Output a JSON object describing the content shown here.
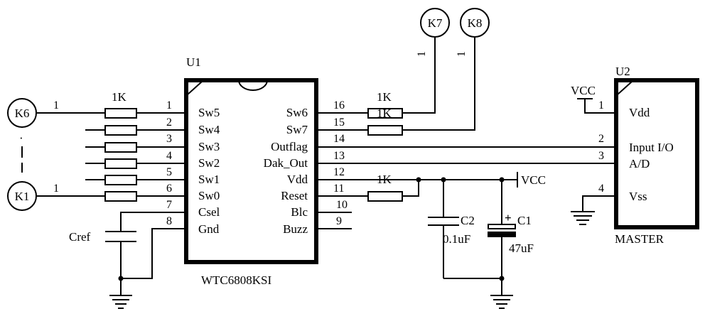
{
  "u1": {
    "ref": "U1",
    "part": "WTC6808KSI",
    "left_pins": [
      {
        "num": "1",
        "name": "Sw5"
      },
      {
        "num": "2",
        "name": "Sw4"
      },
      {
        "num": "3",
        "name": "Sw3"
      },
      {
        "num": "4",
        "name": "Sw2"
      },
      {
        "num": "5",
        "name": "Sw1"
      },
      {
        "num": "6",
        "name": "Sw0"
      },
      {
        "num": "7",
        "name": "Csel"
      },
      {
        "num": "8",
        "name": "Gnd"
      }
    ],
    "right_pins": [
      {
        "num": "16",
        "name": "Sw6"
      },
      {
        "num": "15",
        "name": "Sw7"
      },
      {
        "num": "14",
        "name": "Outflag"
      },
      {
        "num": "13",
        "name": "Dak_Out"
      },
      {
        "num": "12",
        "name": "Vdd"
      },
      {
        "num": "11",
        "name": "Reset"
      },
      {
        "num": "10",
        "name": "Blc"
      },
      {
        "num": "9",
        "name": "Buzz"
      }
    ]
  },
  "u2": {
    "ref": "U2",
    "part": "MASTER",
    "pins": [
      {
        "num": "1",
        "name": "Vdd"
      },
      {
        "num": "2",
        "name": "Input I/O"
      },
      {
        "num": "3",
        "name": "A/D"
      },
      {
        "num": "4",
        "name": "Vss"
      }
    ]
  },
  "keys": {
    "k6": "K6",
    "k1": "K1",
    "k7": "K7",
    "k8": "K8",
    "pin_one": "1",
    "dot": "·"
  },
  "resistors": {
    "left_label": "1K",
    "sw6_label": "1K",
    "sw7_label": "1K",
    "reset_label": "1K"
  },
  "caps": {
    "cref": "Cref",
    "c2_name": "C2",
    "c2_value": "0.1uF",
    "c1_name": "C1",
    "c1_value": "47uF",
    "c1_polarity": "+"
  },
  "power": {
    "vcc_right": "VCC",
    "vcc_u2": "VCC"
  }
}
